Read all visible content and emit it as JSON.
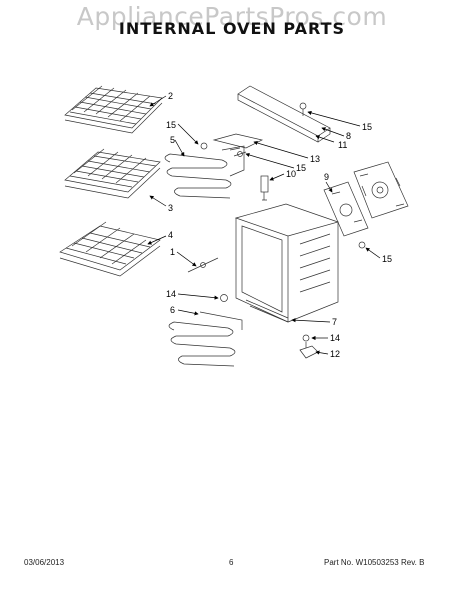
{
  "watermark": "AppliancePartsPros.com",
  "title": "INTERNAL OVEN PARTS",
  "callouts": {
    "c2": "2",
    "c15a": "15",
    "c5": "5",
    "c3": "3",
    "c4": "4",
    "c1": "1",
    "c14a": "14",
    "c6": "6",
    "c8": "8",
    "c15b": "15",
    "c11": "11",
    "c13": "13",
    "c10": "10",
    "c15c": "15",
    "c9": "9",
    "c15d": "15",
    "c7": "7",
    "c14b": "14",
    "c12": "12"
  },
  "footer": {
    "date": "03/06/2013",
    "page": "6",
    "part_label": "Part No.",
    "part_number": "W10503253",
    "rev_label": "Rev.",
    "rev": "B"
  }
}
